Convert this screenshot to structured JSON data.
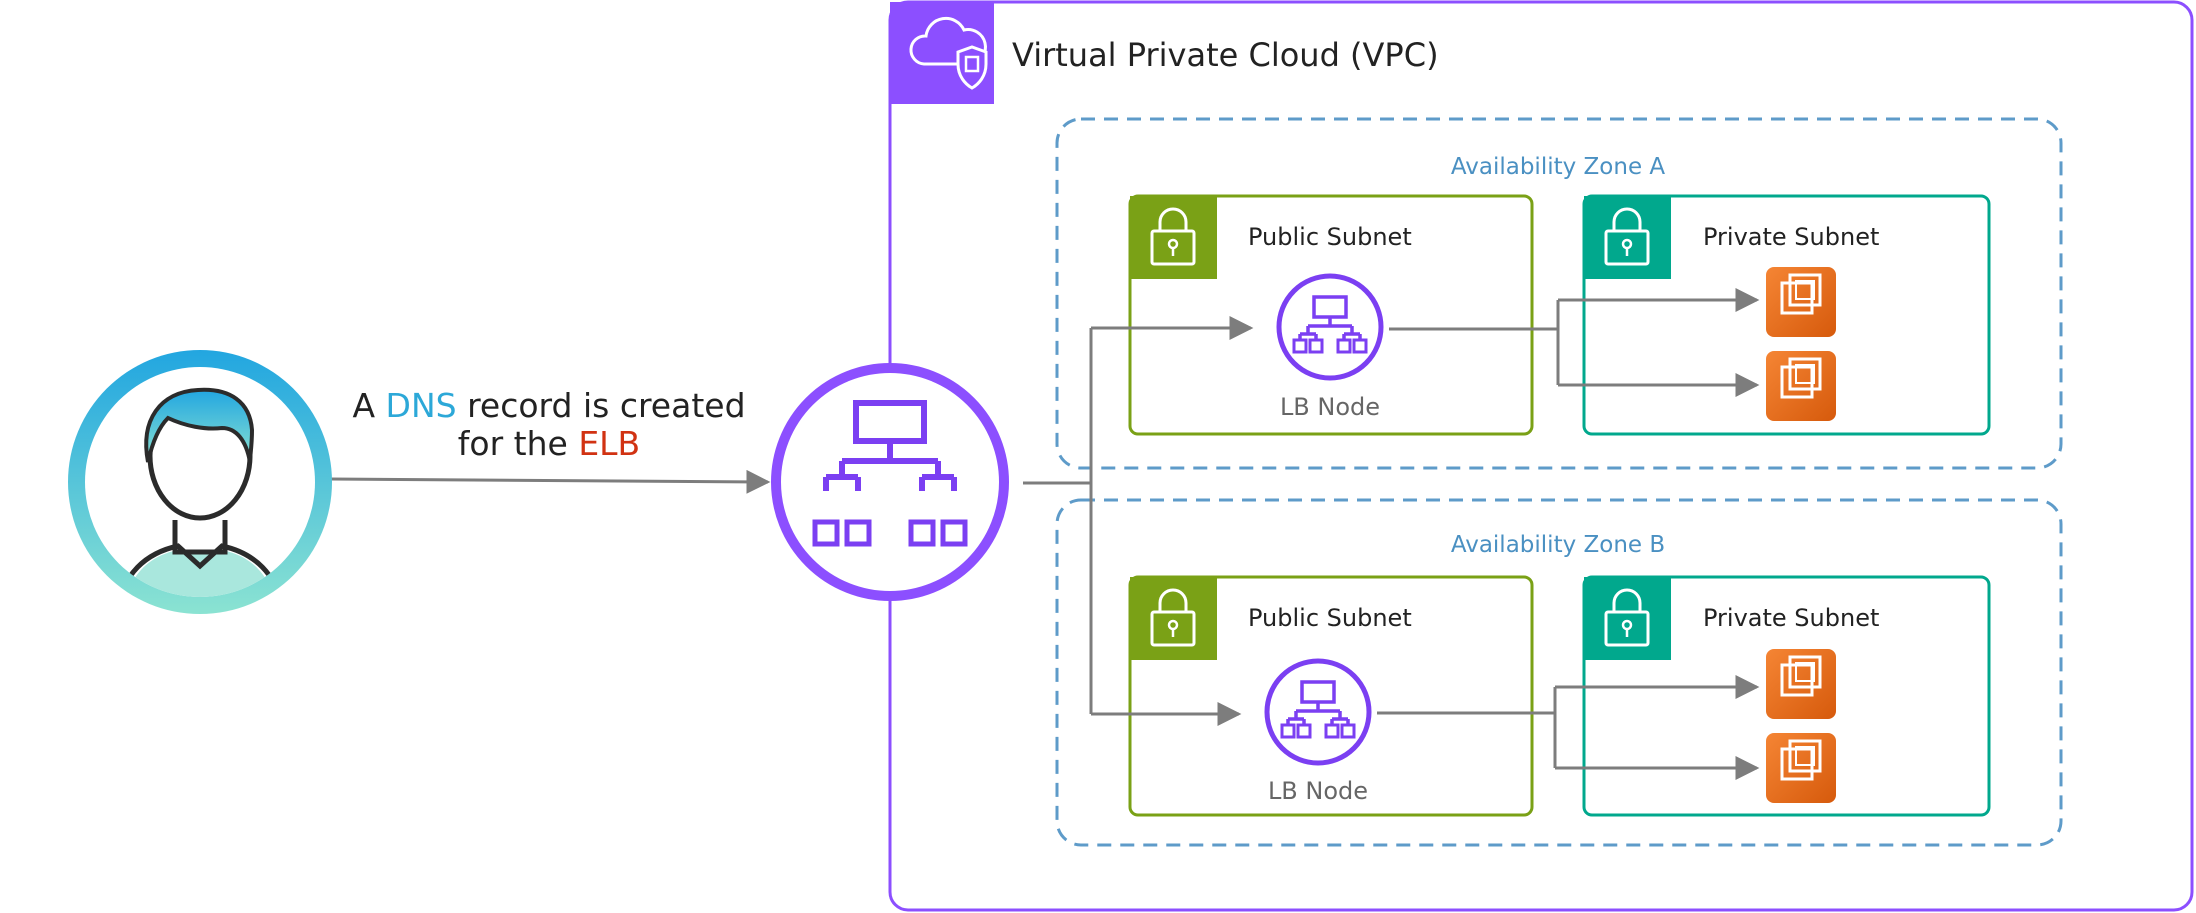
{
  "caption": {
    "line1_prefix": "A ",
    "line1_dns": "DNS",
    "line1_suffix": " record is created",
    "line2_prefix": "for the ",
    "line2_elb": "ELB"
  },
  "vpc": {
    "title": "Virtual Private Cloud (VPC)"
  },
  "zones": [
    {
      "label": "Availability Zone A",
      "public_subnet": {
        "title": "Public Subnet",
        "node_label": "LB Node"
      },
      "private_subnet": {
        "title": "Private Subnet"
      }
    },
    {
      "label": "Availability Zone B",
      "public_subnet": {
        "title": "Public Subnet",
        "node_label": "LB Node"
      },
      "private_subnet": {
        "title": "Private Subnet"
      }
    }
  ],
  "colors": {
    "vpc_purple": "#8C4FFF",
    "lb_purple": "#7B3FF2",
    "public_green": "#7AA116",
    "private_teal": "#01A88D",
    "zone_blue": "#4A90C2",
    "dns_blue": "#2CA8D8",
    "elb_red": "#D13212",
    "ec2_orange": "#ED7100",
    "arrow_grey": "#808080",
    "user_gradient_top": "#22A6E0",
    "user_gradient_bottom": "#8BE3D2"
  },
  "icons": {
    "vpc": "cloud-shield-icon",
    "elb": "load-balancer-icon",
    "user": "user-avatar-icon",
    "subnet": "padlock-icon",
    "instance": "ec2-instance-icon"
  }
}
